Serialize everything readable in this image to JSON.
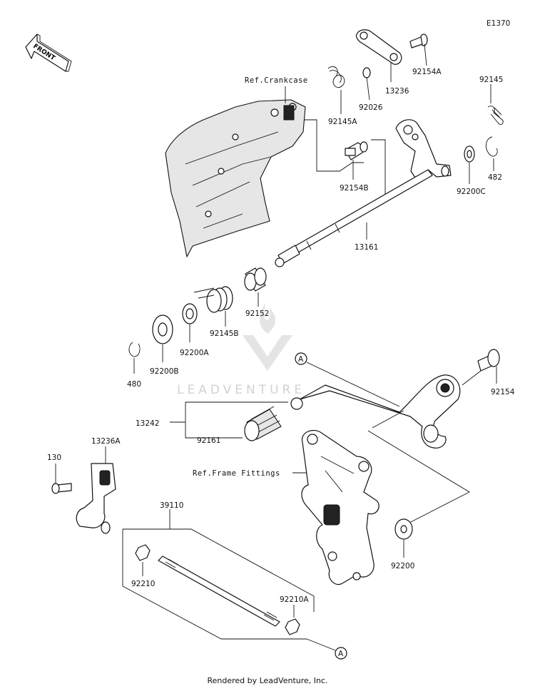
{
  "diagram_code": "E1370",
  "front_label": "FRONT",
  "refs": {
    "crankcase": "Ref.Crankcase",
    "frame_fittings": "Ref.Frame Fittings"
  },
  "callouts": {
    "p92154A": "92154A",
    "p13236": "13236",
    "p92026": "92026",
    "p92145A": "92145A",
    "p92145": "92145",
    "p482": "482",
    "p92200C": "92200C",
    "p92154B": "92154B",
    "p13161": "13161",
    "p92152": "92152",
    "p92145B": "92145B",
    "p92200A": "92200A",
    "p92200B": "92200B",
    "p480": "480",
    "marker_a_top": "A",
    "p92154": "92154",
    "p13242": "13242",
    "p92161": "92161",
    "p13236A": "13236A",
    "p130": "130",
    "p39110": "39110",
    "p92210": "92210",
    "p92210A": "92210A",
    "p92200": "92200",
    "marker_a_bottom": "A"
  },
  "watermark": "LEADVENTURE",
  "footer": "Rendered by LeadVenture, Inc."
}
